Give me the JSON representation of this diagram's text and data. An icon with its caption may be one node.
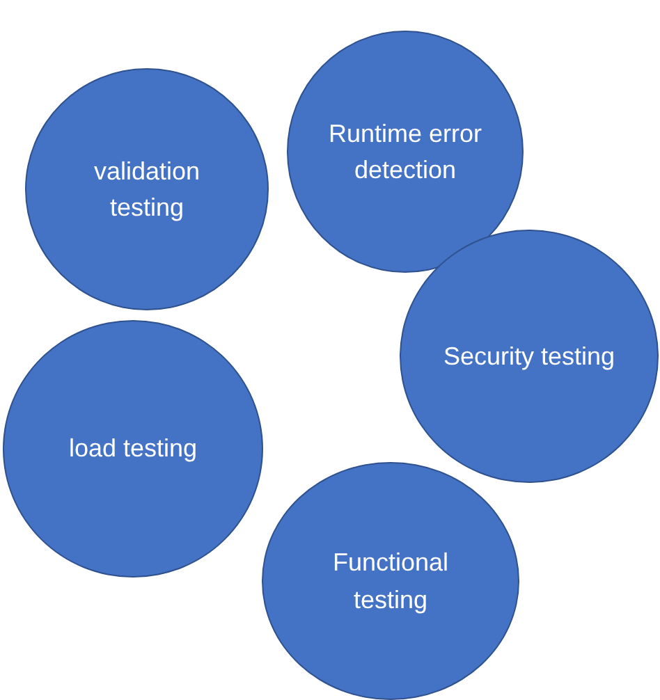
{
  "diagram": {
    "nodes": [
      {
        "text": [
          "Runtime error detection"
        ]
      },
      {
        "text": [
          "validation testing"
        ]
      },
      {
        "text": [
          "Security testing"
        ]
      },
      {
        "text": [
          "load testing"
        ]
      },
      {
        "text": [
          "Functional testing"
        ]
      }
    ]
  }
}
